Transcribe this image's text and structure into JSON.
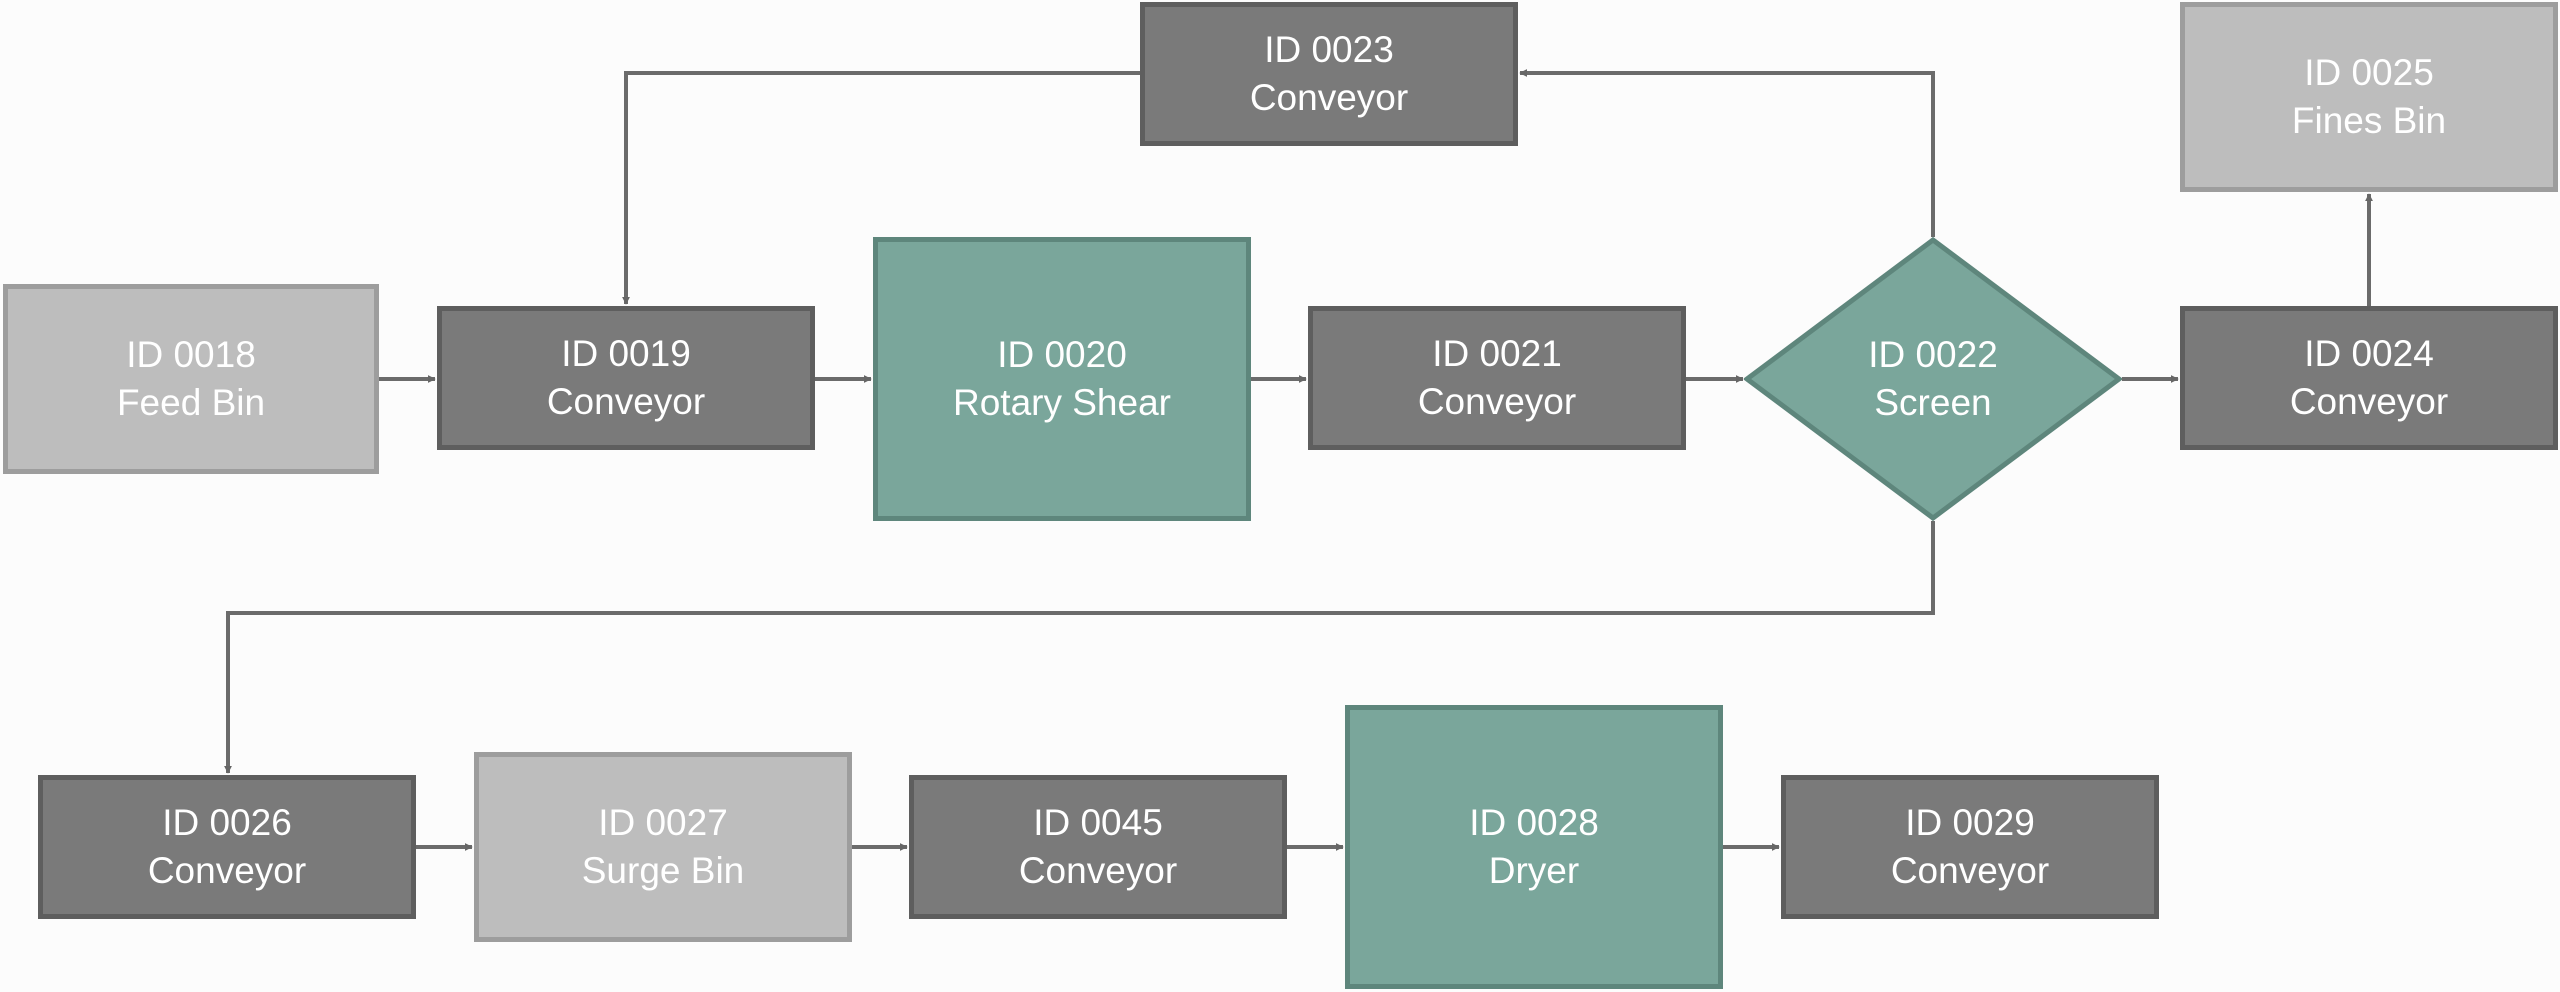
{
  "diagram": {
    "nodes": [
      {
        "key": "n0018",
        "id": "ID 0018",
        "name": "Feed Bin",
        "style": "light"
      },
      {
        "key": "n0019",
        "id": "ID 0019",
        "name": "Conveyor",
        "style": "dark"
      },
      {
        "key": "n0020",
        "id": "ID 0020",
        "name": "Rotary Shear",
        "style": "teal"
      },
      {
        "key": "n0021",
        "id": "ID 0021",
        "name": "Conveyor",
        "style": "dark"
      },
      {
        "key": "n0022",
        "id": "ID 0022",
        "name": "Screen",
        "style": "teal",
        "shape": "diamond"
      },
      {
        "key": "n0023",
        "id": "ID 0023",
        "name": "Conveyor",
        "style": "dark"
      },
      {
        "key": "n0024",
        "id": "ID 0024",
        "name": "Conveyor",
        "style": "dark"
      },
      {
        "key": "n0025",
        "id": "ID 0025",
        "name": "Fines Bin",
        "style": "light"
      },
      {
        "key": "n0026",
        "id": "ID 0026",
        "name": "Conveyor",
        "style": "dark"
      },
      {
        "key": "n0027",
        "id": "ID 0027",
        "name": "Surge Bin",
        "style": "light"
      },
      {
        "key": "n0045",
        "id": "ID 0045",
        "name": "Conveyor",
        "style": "dark"
      },
      {
        "key": "n0028",
        "id": "ID 0028",
        "name": "Dryer",
        "style": "teal"
      },
      {
        "key": "n0029",
        "id": "ID 0029",
        "name": "Conveyor",
        "style": "dark"
      }
    ],
    "edges": [
      {
        "from": "n0018",
        "to": "n0019"
      },
      {
        "from": "n0019",
        "to": "n0020"
      },
      {
        "from": "n0020",
        "to": "n0021"
      },
      {
        "from": "n0021",
        "to": "n0022"
      },
      {
        "from": "n0022",
        "to": "n0024"
      },
      {
        "from": "n0022",
        "to": "n0023"
      },
      {
        "from": "n0023",
        "to": "n0019"
      },
      {
        "from": "n0024",
        "to": "n0025"
      },
      {
        "from": "n0022",
        "to": "n0026"
      },
      {
        "from": "n0026",
        "to": "n0027"
      },
      {
        "from": "n0027",
        "to": "n0045"
      },
      {
        "from": "n0045",
        "to": "n0028"
      },
      {
        "from": "n0028",
        "to": "n0029"
      }
    ],
    "colors": {
      "dark_fill": "#7a7a7a",
      "dark_border": "#5e5e5e",
      "light_fill": "#bdbdbd",
      "light_border": "#9d9d9d",
      "teal_fill": "#7aa69b",
      "teal_border": "#5e867c",
      "connector": "#6b6b6b"
    }
  }
}
